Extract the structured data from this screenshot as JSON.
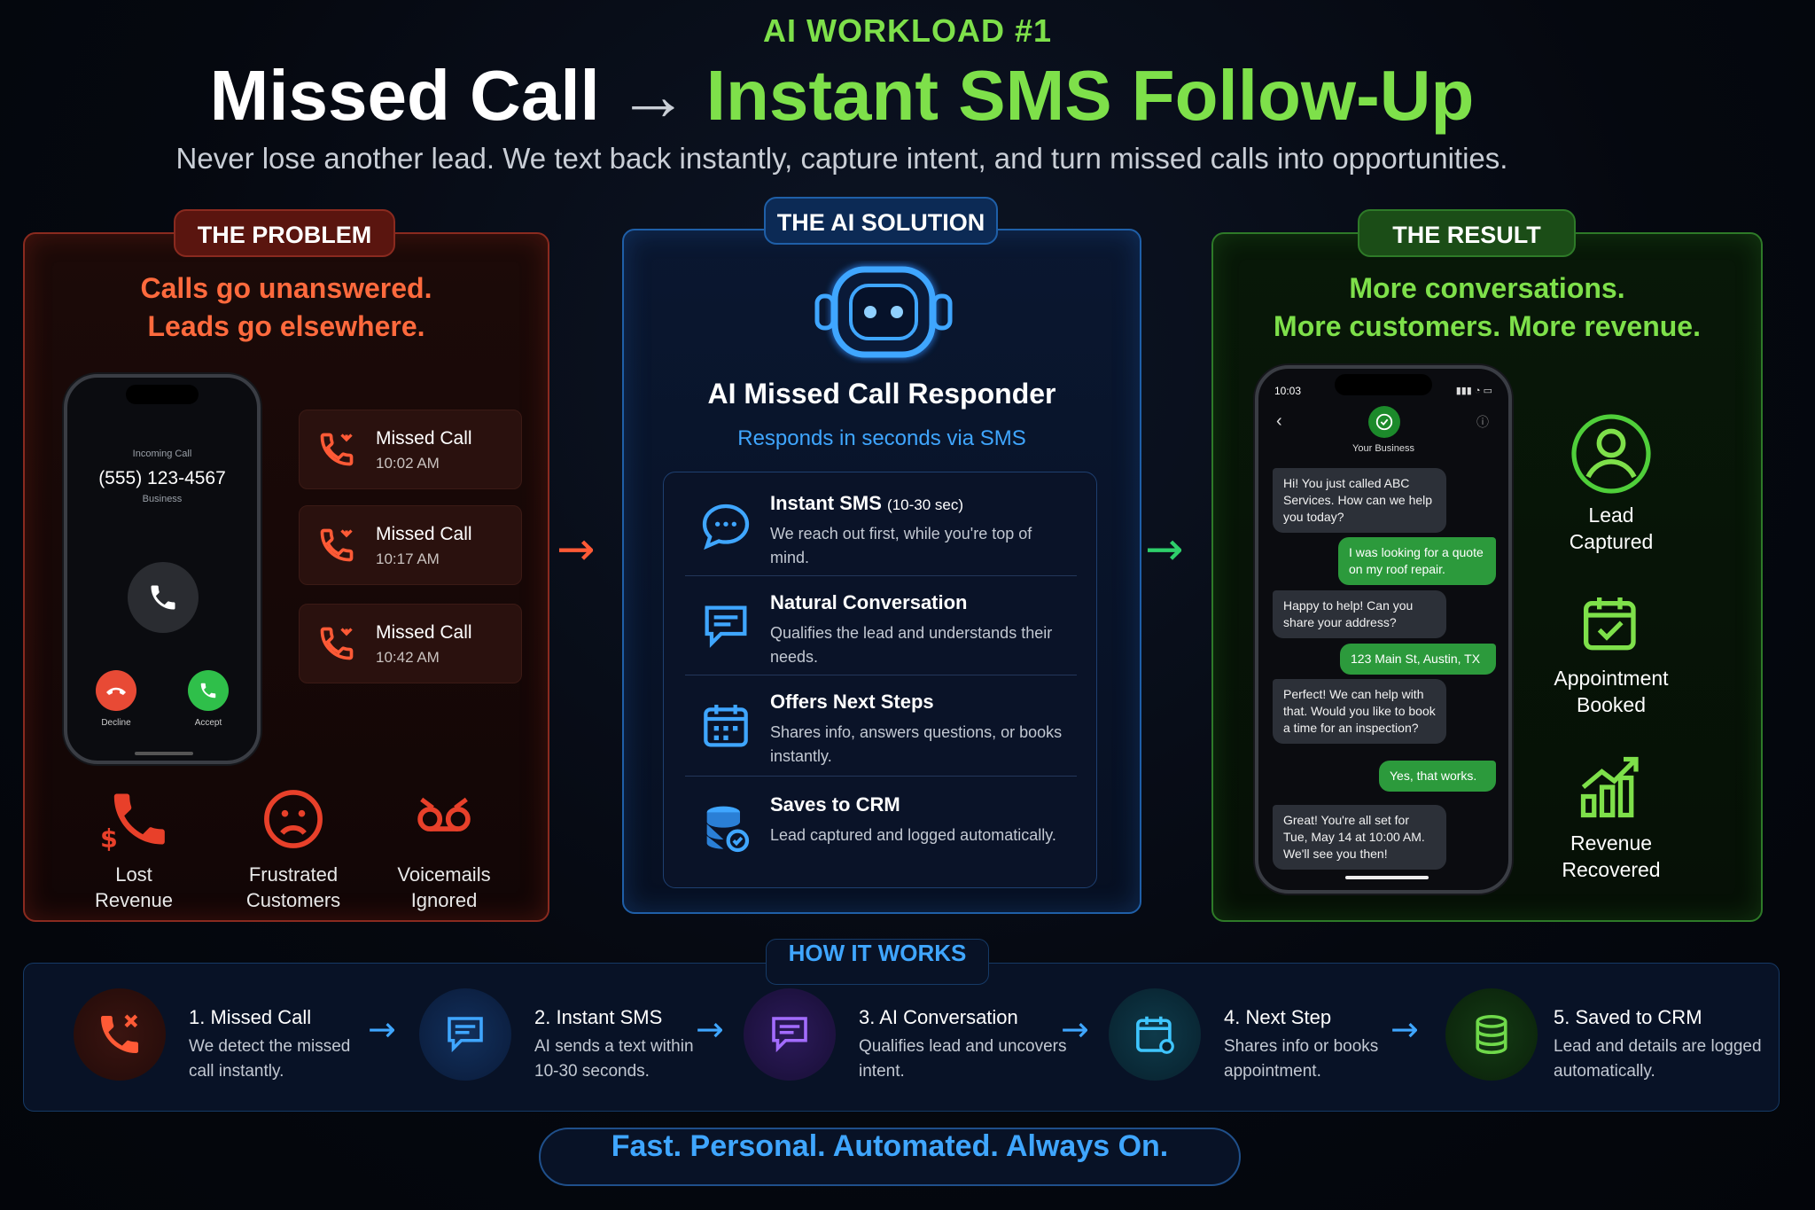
{
  "header": {
    "tag": "AI WORKLOAD #1",
    "title_left": "Missed Call",
    "title_arrow": "→",
    "title_right": "Instant SMS Follow-Up",
    "subtitle": "Never lose another lead. We text back instantly, capture intent, and turn missed calls into opportunities."
  },
  "problem": {
    "pill": "THE PROBLEM",
    "headline_1": "Calls go unanswered.",
    "headline_2": "Leads go elsewhere.",
    "phone": {
      "label": "Incoming Call",
      "number": "(555) 123-4567",
      "business": "Business",
      "decline": "Decline",
      "accept": "Accept"
    },
    "missed": [
      {
        "title": "Missed Call",
        "time": "10:02 AM"
      },
      {
        "title": "Missed Call",
        "time": "10:17 AM"
      },
      {
        "title": "Missed Call",
        "time": "10:42 AM"
      }
    ],
    "icons": [
      {
        "line1": "Lost",
        "line2": "Revenue",
        "icon": "lost-revenue-icon"
      },
      {
        "line1": "Frustrated",
        "line2": "Customers",
        "icon": "sad-face-icon"
      },
      {
        "line1": "Voicemails",
        "line2": "Ignored",
        "icon": "voicemail-icon"
      }
    ]
  },
  "solution": {
    "pill": "THE AI SOLUTION",
    "title": "AI Missed Call Responder",
    "subtitle": "Responds in seconds via SMS",
    "items": [
      {
        "title": "Instant SMS",
        "extra": "(10-30 sec)",
        "desc": "We reach out first, while you're top of mind.",
        "icon": "chat-bubble-icon"
      },
      {
        "title": "Natural Conversation",
        "extra": "",
        "desc": "Qualifies the lead and understands their needs.",
        "icon": "message-icon"
      },
      {
        "title": "Offers Next Steps",
        "extra": "",
        "desc": "Shares info, answers questions, or books instantly.",
        "icon": "calendar-icon"
      },
      {
        "title": "Saves to CRM",
        "extra": "",
        "desc": "Lead captured and logged automatically.",
        "icon": "database-icon"
      }
    ]
  },
  "result": {
    "pill": "THE RESULT",
    "headline_1": "More conversations.",
    "headline_2": "More customers. More revenue.",
    "phone": {
      "time": "10:03",
      "business": "Your Business",
      "messages": [
        {
          "dir": "in",
          "text": "Hi! You just called ABC Services. How can we help you today?"
        },
        {
          "dir": "out",
          "text": "I was looking for a quote on my roof repair."
        },
        {
          "dir": "in",
          "text": "Happy to help! Can you share your address?"
        },
        {
          "dir": "out",
          "text": "123 Main St, Austin, TX"
        },
        {
          "dir": "in",
          "text": "Perfect! We can help with that. Would you like to book a time for an inspection?"
        },
        {
          "dir": "out",
          "text": "Yes, that works."
        },
        {
          "dir": "in",
          "text": "Great! You're all set for Tue, May 14 at 10:00 AM. We'll see you then!"
        }
      ]
    },
    "icons": [
      {
        "line1": "Lead",
        "line2": "Captured",
        "icon": "user-icon"
      },
      {
        "line1": "Appointment",
        "line2": "Booked",
        "icon": "calendar-check-icon"
      },
      {
        "line1": "Revenue",
        "line2": "Recovered",
        "icon": "growth-chart-icon"
      }
    ]
  },
  "how_it_works": {
    "pill": "HOW IT WORKS",
    "steps": [
      {
        "title": "1. Missed Call",
        "desc": "We detect the missed call instantly."
      },
      {
        "title": "2. Instant SMS",
        "desc": "AI sends a text within 10-30 seconds."
      },
      {
        "title": "3. AI Conversation",
        "desc": "Qualifies lead and uncovers intent."
      },
      {
        "title": "4. Next Step",
        "desc": "Shares info or books appointment."
      },
      {
        "title": "5. Saved to CRM",
        "desc": "Lead and details are logged automatically."
      }
    ]
  },
  "tagline": "Fast. Personal. Automated. Always On.",
  "colors": {
    "red": "#ff6a3d",
    "blue": "#3fa6ff",
    "green": "#7ee04a"
  }
}
